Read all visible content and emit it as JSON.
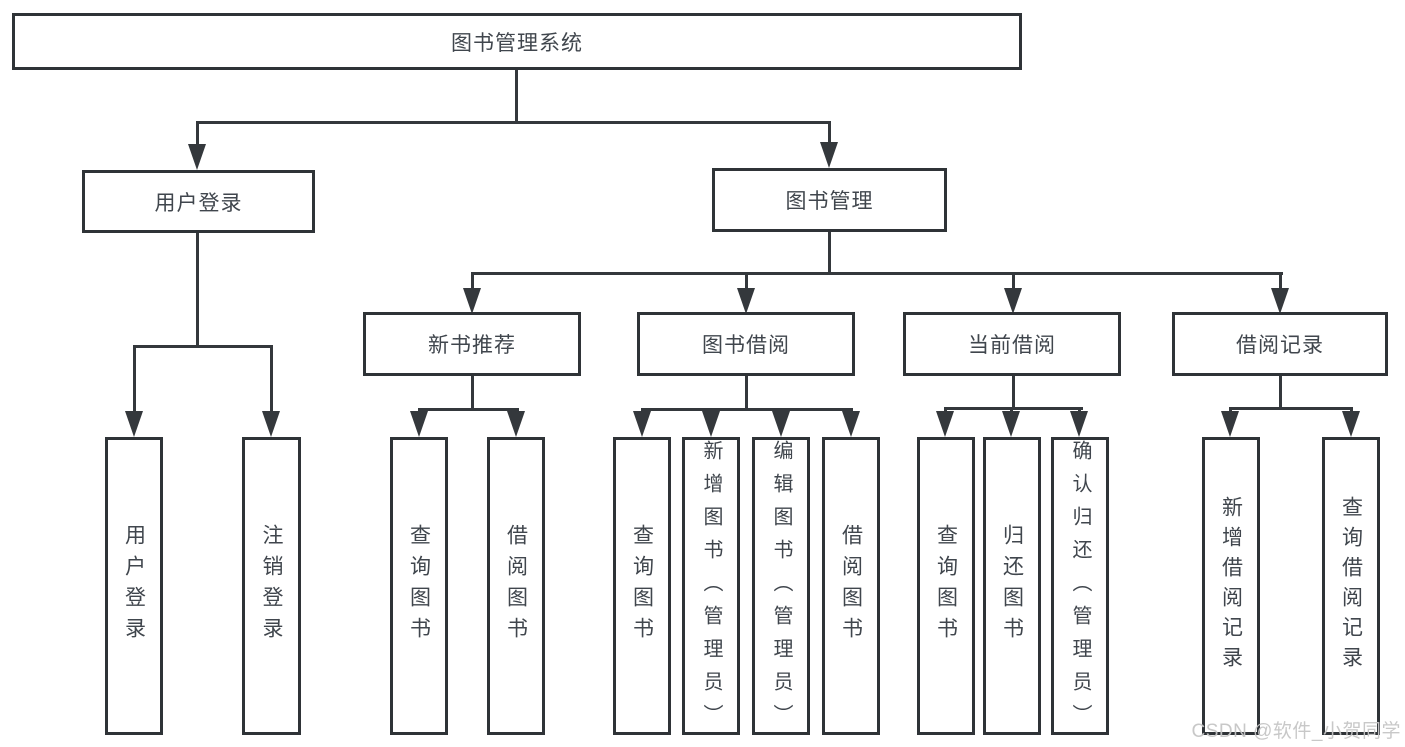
{
  "tree": {
    "root": {
      "label": "图书管理系统",
      "children": [
        {
          "label": "用户登录",
          "children": [
            {
              "label": "用户登录"
            },
            {
              "label": "注销登录"
            }
          ]
        },
        {
          "label": "图书管理",
          "children": [
            {
              "label": "新书推荐",
              "children": [
                {
                  "label": "查询图书"
                },
                {
                  "label": "借阅图书"
                }
              ]
            },
            {
              "label": "图书借阅",
              "children": [
                {
                  "label": "查询图书"
                },
                {
                  "label": "新增图书（管理员）"
                },
                {
                  "label": "编辑图书（管理员）"
                },
                {
                  "label": "借阅图书"
                }
              ]
            },
            {
              "label": "当前借阅",
              "children": [
                {
                  "label": "查询图书"
                },
                {
                  "label": "归还图书"
                },
                {
                  "label": "确认归还（管理员）"
                }
              ]
            },
            {
              "label": "借阅记录",
              "children": [
                {
                  "label": "新增借阅记录"
                },
                {
                  "label": "查询借阅记录"
                }
              ]
            }
          ]
        }
      ]
    }
  },
  "watermark": {
    "text": "CSDN @软件_小贺同学"
  },
  "colors": {
    "background": "#ffffff",
    "box_border": "#2f3337",
    "line": "#34383c",
    "text": "#40464d",
    "watermark": "#c5c5c5"
  }
}
